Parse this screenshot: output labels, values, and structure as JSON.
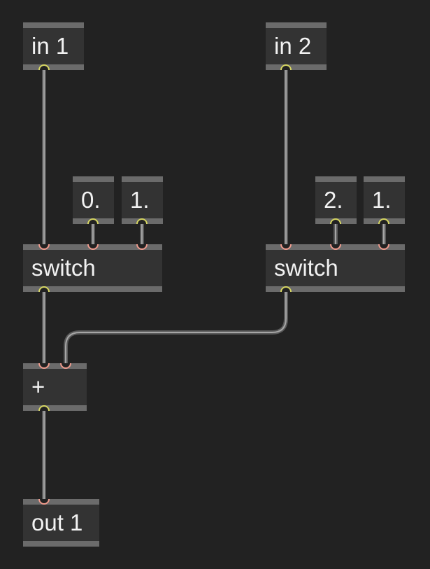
{
  "patcher": {
    "objects": {
      "in1": "in 1",
      "in2": "in 2",
      "msg0": "0.",
      "msg1a": "1.",
      "msg2": "2.",
      "msg1b": "1.",
      "switch1": "switch",
      "switch2": "switch",
      "plus": "+",
      "out1": "out 1"
    },
    "colors": {
      "background": "#222222",
      "object_body": "#333333",
      "object_bar": "#6b6b6b",
      "inlet": "#ee9a8c",
      "outlet": "#d6d661",
      "cord": "#a6a6a6"
    }
  }
}
